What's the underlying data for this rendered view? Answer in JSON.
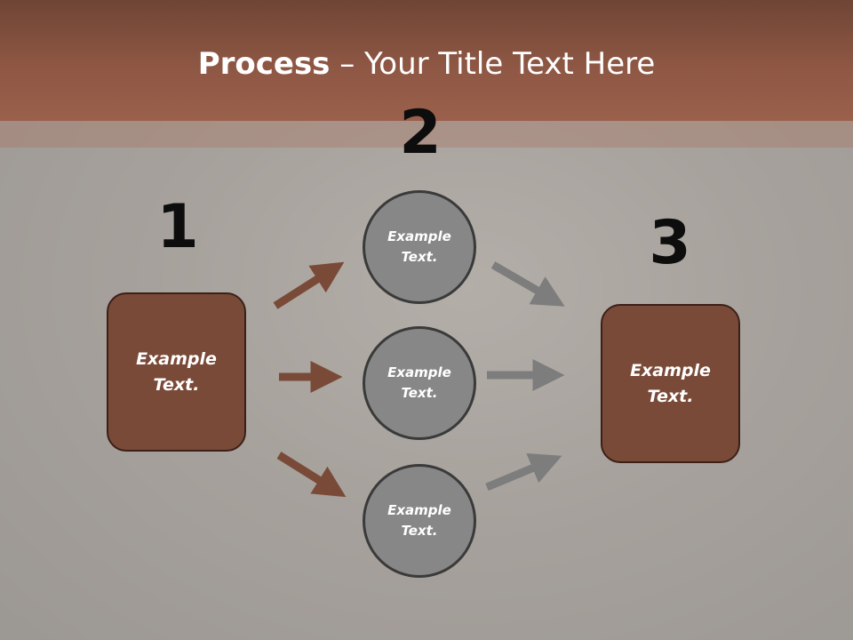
{
  "slide": {
    "title_bold": "Process",
    "title_rest": " – Your Title Text Here"
  },
  "steps": {
    "one": {
      "number": "1",
      "label": "Example\nText."
    },
    "two": {
      "number": "2",
      "items": [
        "Example\nText.",
        "Example\nText.",
        "Example\nText."
      ]
    },
    "three": {
      "number": "3",
      "label": "Example\nText."
    }
  },
  "colors": {
    "title_bar": "#8e5744",
    "box_fill": "#7a4a38",
    "circle_fill": "#878787",
    "arrow_brown": "#7a4a38",
    "arrow_gray": "#7d7d7d"
  }
}
